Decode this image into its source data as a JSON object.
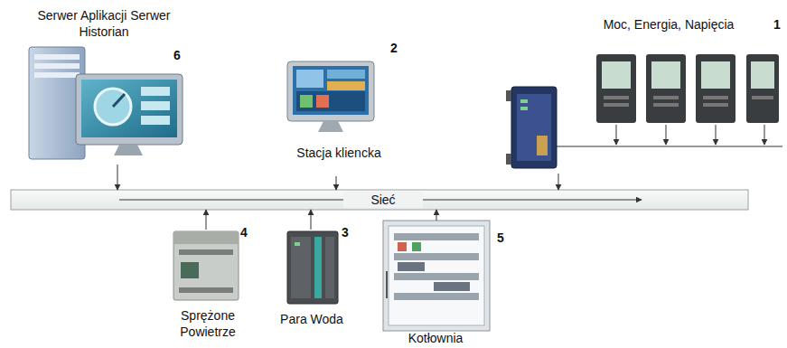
{
  "diagram": {
    "nodes": [
      {
        "text": [
          "Sieć"
        ]
      },
      {
        "text": [
          "Serwer Aplikacji Serwer Historian",
          "6"
        ]
      },
      {
        "text": [
          "Stacja kliencka",
          "2"
        ]
      },
      {
        "text": [
          "Moc, Energia, Napięcia",
          "1"
        ]
      },
      {
        "text": [
          "Sprężone Powietrze",
          "4"
        ]
      },
      {
        "text": [
          "Para Woda",
          "3"
        ]
      },
      {
        "text": [
          "Kotłownia",
          "5"
        ]
      }
    ],
    "edges": [
      {
        "from": 1,
        "to": 0,
        "arrow": "to"
      },
      {
        "from": 2,
        "to": 0,
        "arrow": "to"
      },
      {
        "from": 3,
        "to": 0,
        "arrow": "to"
      },
      {
        "from": 4,
        "to": 0,
        "arrow": "to"
      },
      {
        "from": 5,
        "to": 0,
        "arrow": "to"
      },
      {
        "from": 6,
        "to": 0,
        "arrow": "to"
      }
    ]
  }
}
